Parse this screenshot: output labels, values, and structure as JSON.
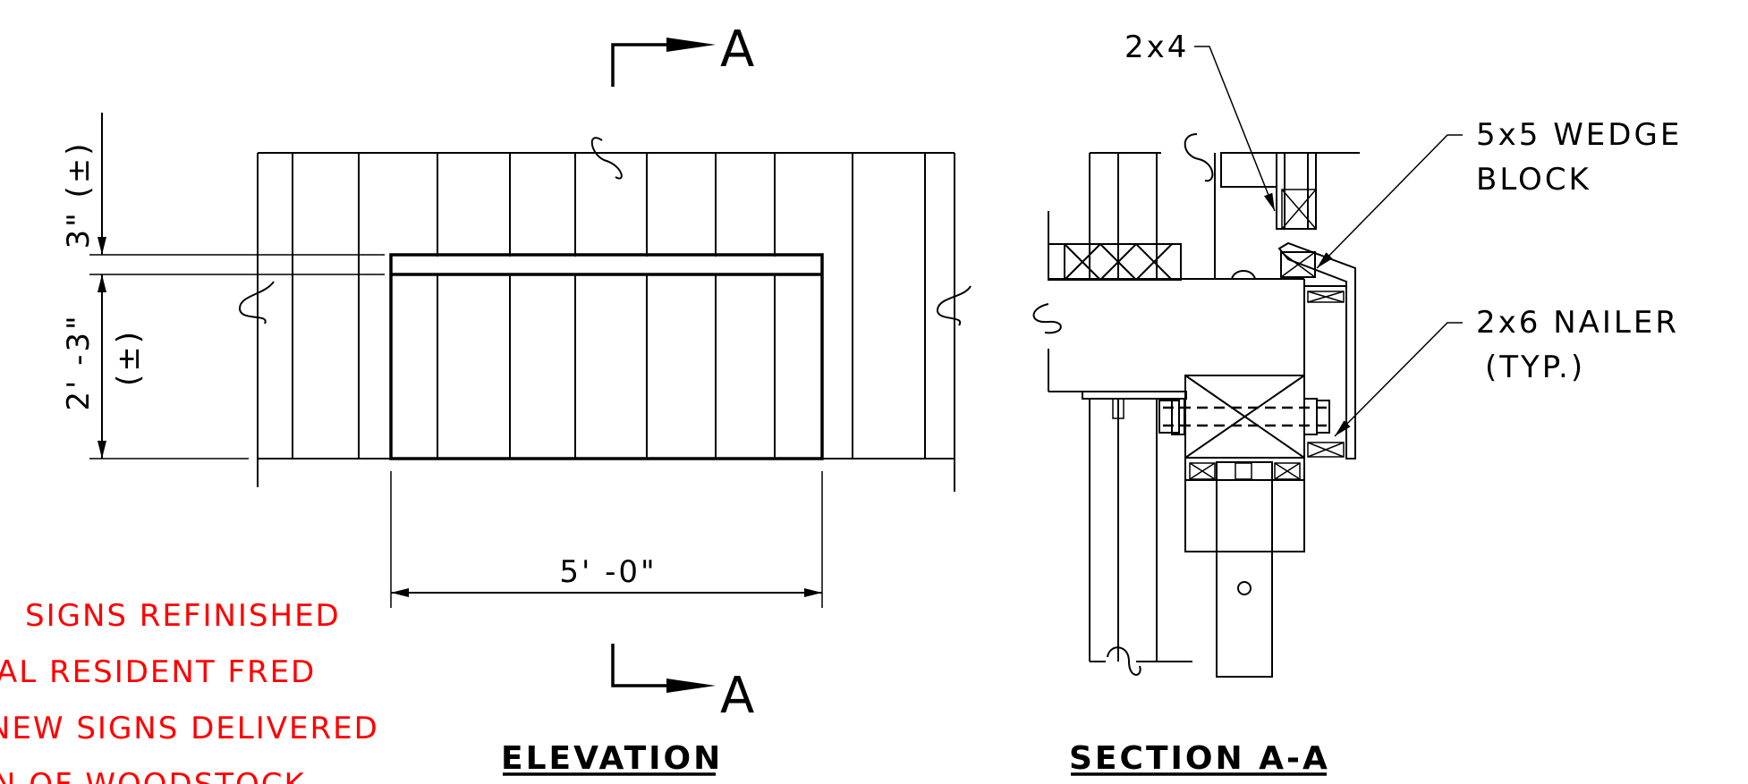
{
  "elevation": {
    "title": "ELEVATION",
    "section_marker": "A",
    "dim_top": "3\" (±)",
    "dim_height": "2' -3\"",
    "dim_height_tol": "(±)",
    "dim_width": "5' -0\""
  },
  "section": {
    "title": "SECTION A-A",
    "label_2x4": "2x4",
    "label_wedge_1": "5x5 WEDGE",
    "label_wedge_2": "BLOCK",
    "label_nailer_1": "2x6 NAILER",
    "label_nailer_2": "(TYP.)"
  },
  "notes": [
    "SIGNS REFINISHED",
    "AL RESIDENT FRED",
    "NEW SIGNS DELIVERED",
    "N OF WOODSTOCK"
  ],
  "colors": {
    "line": "#000000",
    "note": "#ff0000",
    "background": "#ffffff"
  }
}
